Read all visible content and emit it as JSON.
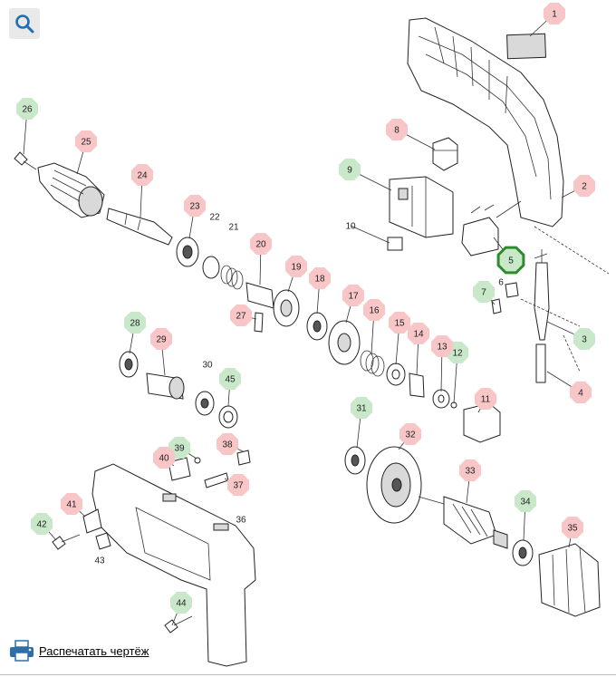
{
  "toolbar": {
    "zoom_icon": "magnifier-icon",
    "print_icon": "printer-icon",
    "print_label": "Распечатать чертёж"
  },
  "colors": {
    "red_marker": "#f8c6c6",
    "green_marker": "#c9e8c9",
    "selected_ring": "#2e8b2e",
    "selected_fill": "#c9e8c9",
    "line": "#333333"
  },
  "selected_part": "5",
  "markers": [
    {
      "n": "1",
      "c": "red"
    },
    {
      "n": "2",
      "c": "red"
    },
    {
      "n": "3",
      "c": "green"
    },
    {
      "n": "4",
      "c": "red"
    },
    {
      "n": "5",
      "c": "selected"
    },
    {
      "n": "6",
      "c": "plain"
    },
    {
      "n": "7",
      "c": "green"
    },
    {
      "n": "8",
      "c": "red"
    },
    {
      "n": "9",
      "c": "green"
    },
    {
      "n": "10",
      "c": "plain"
    },
    {
      "n": "11",
      "c": "red"
    },
    {
      "n": "12",
      "c": "green"
    },
    {
      "n": "13",
      "c": "red"
    },
    {
      "n": "14",
      "c": "red"
    },
    {
      "n": "15",
      "c": "red"
    },
    {
      "n": "16",
      "c": "red"
    },
    {
      "n": "17",
      "c": "red"
    },
    {
      "n": "18",
      "c": "red"
    },
    {
      "n": "19",
      "c": "red"
    },
    {
      "n": "20",
      "c": "red"
    },
    {
      "n": "21",
      "c": "plain"
    },
    {
      "n": "22",
      "c": "plain"
    },
    {
      "n": "23",
      "c": "red"
    },
    {
      "n": "24",
      "c": "red"
    },
    {
      "n": "25",
      "c": "red"
    },
    {
      "n": "26",
      "c": "green"
    },
    {
      "n": "27",
      "c": "red"
    },
    {
      "n": "28",
      "c": "green"
    },
    {
      "n": "29",
      "c": "red"
    },
    {
      "n": "30",
      "c": "plain"
    },
    {
      "n": "31",
      "c": "green"
    },
    {
      "n": "32",
      "c": "red"
    },
    {
      "n": "33",
      "c": "red"
    },
    {
      "n": "34",
      "c": "green"
    },
    {
      "n": "35",
      "c": "red"
    },
    {
      "n": "36",
      "c": "plain"
    },
    {
      "n": "37",
      "c": "red"
    },
    {
      "n": "38",
      "c": "red"
    },
    {
      "n": "39",
      "c": "green"
    },
    {
      "n": "40",
      "c": "red"
    },
    {
      "n": "41",
      "c": "red"
    },
    {
      "n": "42",
      "c": "green"
    },
    {
      "n": "43",
      "c": "plain"
    },
    {
      "n": "44",
      "c": "green"
    },
    {
      "n": "45",
      "c": "green"
    }
  ]
}
